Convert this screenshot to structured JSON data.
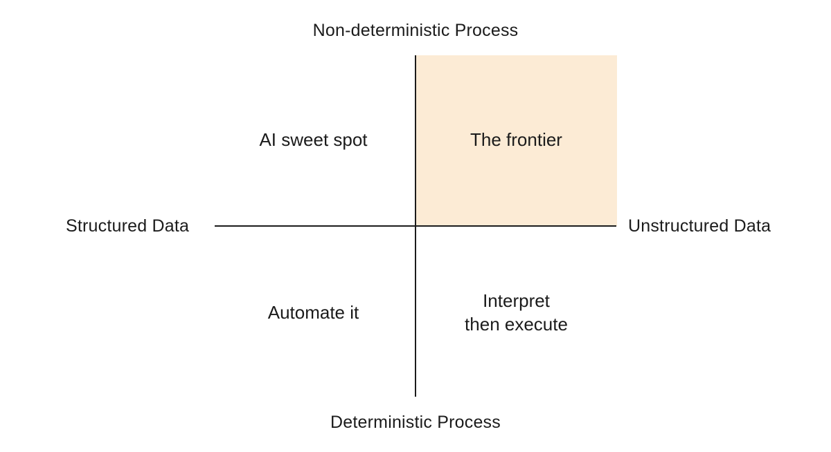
{
  "axes": {
    "top": "Non-deterministic Process",
    "bottom": "Deterministic Process",
    "left": "Structured Data",
    "right": "Unstructured Data"
  },
  "quadrants": {
    "top_left": {
      "lines": [
        "AI sweet spot"
      ]
    },
    "top_right": {
      "lines": [
        "The frontier"
      ]
    },
    "bottom_left": {
      "lines": [
        "Automate it"
      ]
    },
    "bottom_right": {
      "lines": [
        "Interpret",
        "then execute"
      ]
    }
  },
  "colors": {
    "highlight": "#fcebd5",
    "axis": "#1b1b1b",
    "text": "#1b1b1b"
  }
}
